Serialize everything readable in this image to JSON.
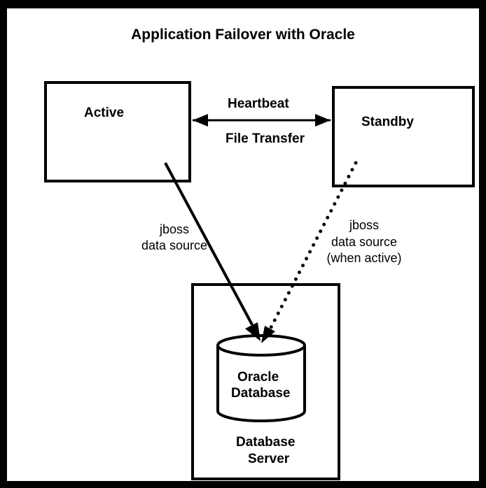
{
  "diagram": {
    "title": "Application Failover with Oracle",
    "nodes": {
      "active": "Active",
      "standby": "Standby",
      "database_server": [
        "Database",
        "Server"
      ],
      "oracle_database": [
        "Oracle",
        "Database"
      ]
    },
    "links": {
      "heartbeat": "Heartbeat",
      "file_transfer": "File Transfer",
      "active_ds": [
        "jboss",
        "data source"
      ],
      "standby_ds": [
        "jboss",
        "data source",
        "(when active)"
      ]
    },
    "colors": {
      "stroke": "#000000",
      "background": "#ffffff"
    }
  }
}
